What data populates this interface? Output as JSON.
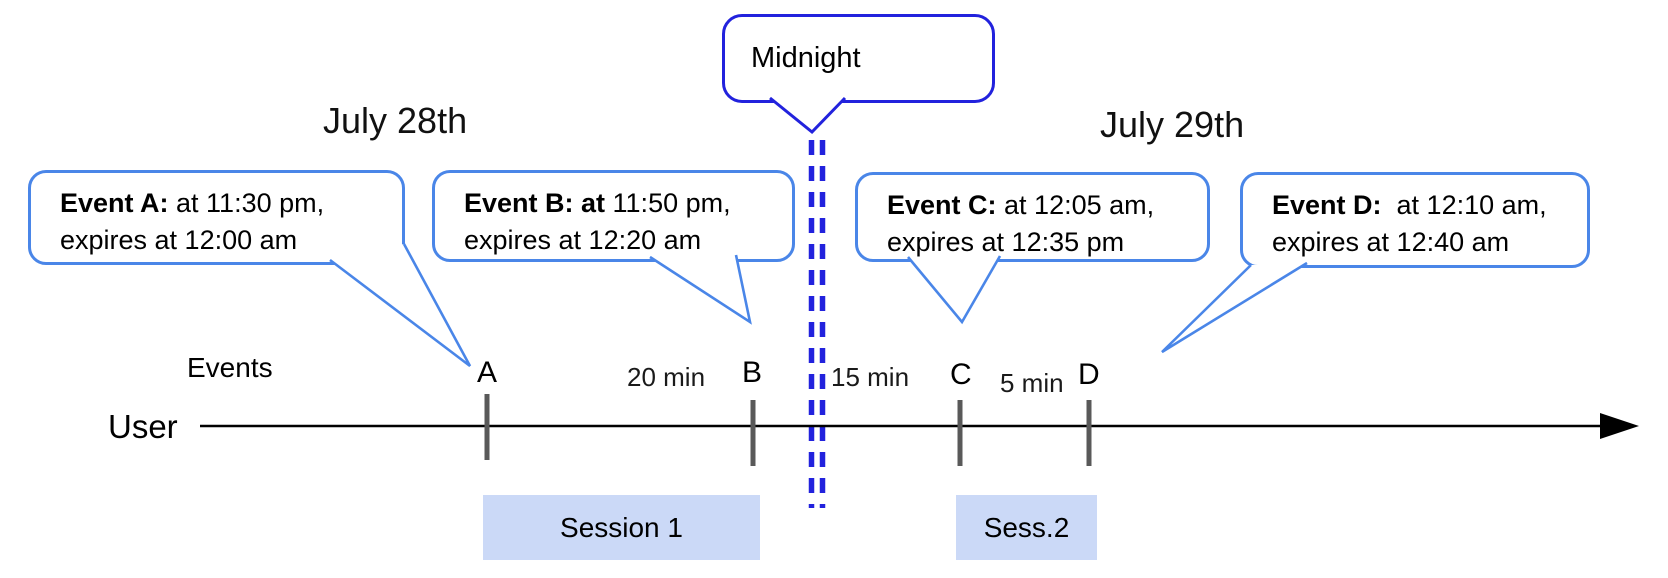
{
  "diagram": {
    "dates": {
      "left": "July 28th",
      "right": "July 29th"
    },
    "midnight_label": "Midnight",
    "events": [
      {
        "name": "Event A",
        "bold": "Event A:",
        "rest": " at 11:30 pm,",
        "line2": "expires at 12:00 am"
      },
      {
        "name": "Event B",
        "bold": "Event B: at",
        "rest": " 11:50 pm,",
        "line2": "expires at 12:20 am"
      },
      {
        "name": "Event C",
        "bold": "Event C:",
        "rest": " at 12:05 am,",
        "line2": "expires at 12:35 pm"
      },
      {
        "name": "Event D",
        "bold": "Event D:",
        "rest": "  at 12:10 am,",
        "line2": "expires at 12:40 am"
      }
    ],
    "row_labels": {
      "events": "Events",
      "user": "User"
    },
    "tick_labels": [
      "A",
      "B",
      "C",
      "D"
    ],
    "interval_labels": [
      "20 min",
      "15 min",
      "5 min"
    ],
    "session_labels": [
      "Session 1",
      "Sess.2"
    ],
    "colors": {
      "event_bubble_border": "#4a86e8",
      "midnight_blue": "#2222dd",
      "session_fill": "#cbd9f7",
      "tick_gray": "#595959",
      "axis_black": "#000000"
    }
  }
}
